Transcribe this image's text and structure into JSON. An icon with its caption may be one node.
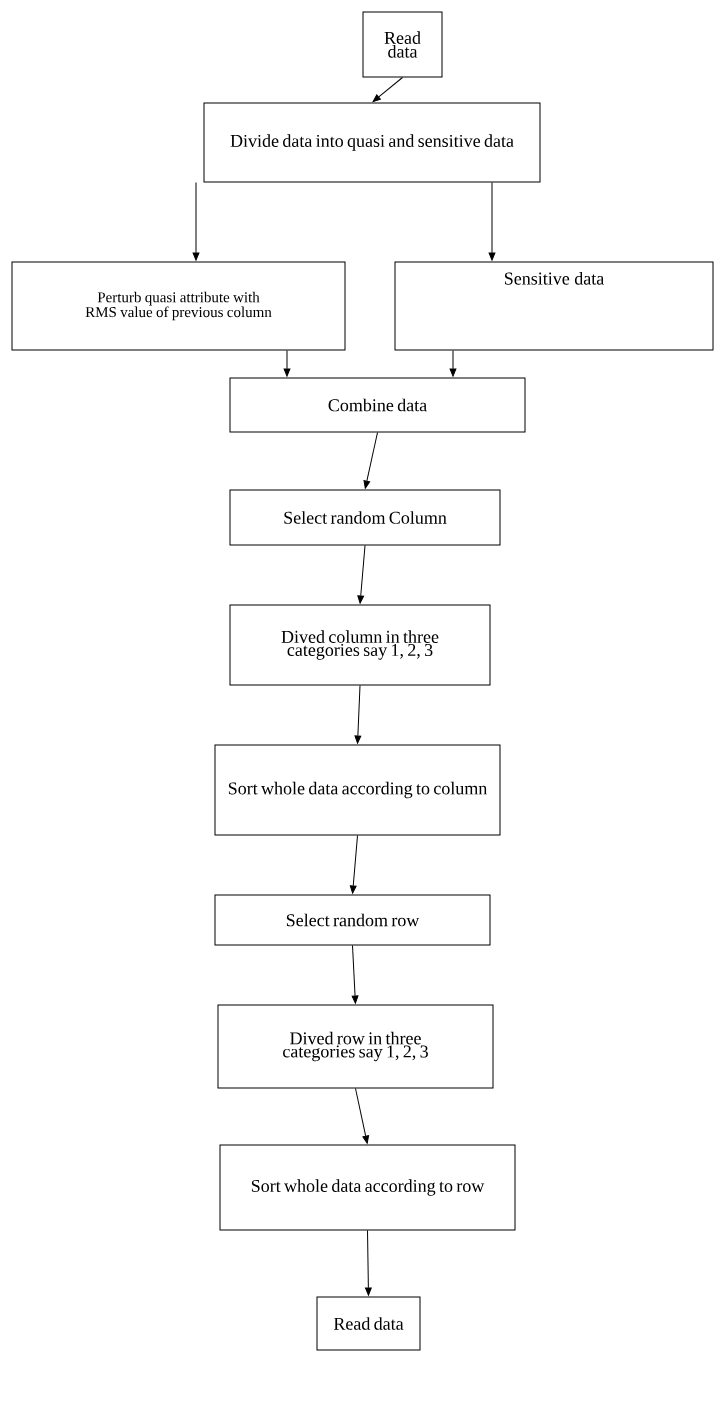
{
  "diagram": {
    "nodes": [
      {
        "text": [
          "Read data"
        ]
      },
      {
        "text": [
          "Divide data into quasi and sensitive data"
        ]
      },
      {
        "text": [
          "Perturb quasi attribute with RMS value of previous column"
        ]
      },
      {
        "text": [
          "Sensitive data"
        ]
      },
      {
        "text": [
          "Combine data"
        ]
      },
      {
        "text": [
          "Select random Column"
        ]
      },
      {
        "text": [
          "Dived column in three categories say 1, 2, 3"
        ]
      },
      {
        "text": [
          "Sort whole data according to column"
        ]
      },
      {
        "text": [
          "Select random row"
        ]
      },
      {
        "text": [
          "Dived row in three categories say 1, 2, 3"
        ]
      },
      {
        "text": [
          "Sort whole data according to row"
        ]
      },
      {
        "text": [
          "Read data"
        ]
      }
    ],
    "edges": [
      {
        "from": 0,
        "to": 1,
        "arrow": "to"
      },
      {
        "from": 1,
        "to": 2,
        "arrow": "to"
      },
      {
        "from": 1,
        "to": 3,
        "arrow": "to"
      },
      {
        "from": 2,
        "to": 4,
        "arrow": "to"
      },
      {
        "from": 3,
        "to": 4,
        "arrow": "to"
      },
      {
        "from": 4,
        "to": 5,
        "arrow": "to"
      },
      {
        "from": 5,
        "to": 6,
        "arrow": "to"
      },
      {
        "from": 6,
        "to": 7,
        "arrow": "to"
      },
      {
        "from": 7,
        "to": 8,
        "arrow": "to"
      },
      {
        "from": 8,
        "to": 9,
        "arrow": "to"
      },
      {
        "from": 9,
        "to": 10,
        "arrow": "to"
      },
      {
        "from": 10,
        "to": 11,
        "arrow": "to"
      }
    ]
  }
}
